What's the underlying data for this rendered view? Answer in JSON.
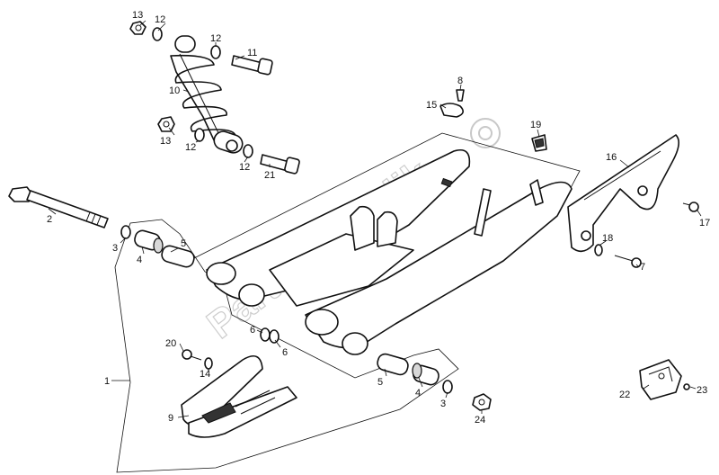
{
  "watermark": "PartsRepublik",
  "callouts": [
    {
      "id": "c1",
      "text": "1"
    },
    {
      "id": "c2",
      "text": "2"
    },
    {
      "id": "c3a",
      "text": "3"
    },
    {
      "id": "c3b",
      "text": "3"
    },
    {
      "id": "c4a",
      "text": "4"
    },
    {
      "id": "c4b",
      "text": "4"
    },
    {
      "id": "c5a",
      "text": "5"
    },
    {
      "id": "c5b",
      "text": "5"
    },
    {
      "id": "c6a",
      "text": "6"
    },
    {
      "id": "c6b",
      "text": "6"
    },
    {
      "id": "c7",
      "text": "7"
    },
    {
      "id": "c8",
      "text": "8"
    },
    {
      "id": "c9",
      "text": "9"
    },
    {
      "id": "c10",
      "text": "10"
    },
    {
      "id": "c11",
      "text": "11"
    },
    {
      "id": "c12a",
      "text": "12"
    },
    {
      "id": "c12b",
      "text": "12"
    },
    {
      "id": "c12c",
      "text": "12"
    },
    {
      "id": "c12d",
      "text": "12"
    },
    {
      "id": "c13a",
      "text": "13"
    },
    {
      "id": "c13b",
      "text": "13"
    },
    {
      "id": "c14",
      "text": "14"
    },
    {
      "id": "c15",
      "text": "15"
    },
    {
      "id": "c16",
      "text": "16"
    },
    {
      "id": "c17",
      "text": "17"
    },
    {
      "id": "c18",
      "text": "18"
    },
    {
      "id": "c19",
      "text": "19"
    },
    {
      "id": "c20",
      "text": "20"
    },
    {
      "id": "c21",
      "text": "21"
    },
    {
      "id": "c22",
      "text": "22"
    },
    {
      "id": "c23",
      "text": "23"
    },
    {
      "id": "c24",
      "text": "24"
    }
  ]
}
